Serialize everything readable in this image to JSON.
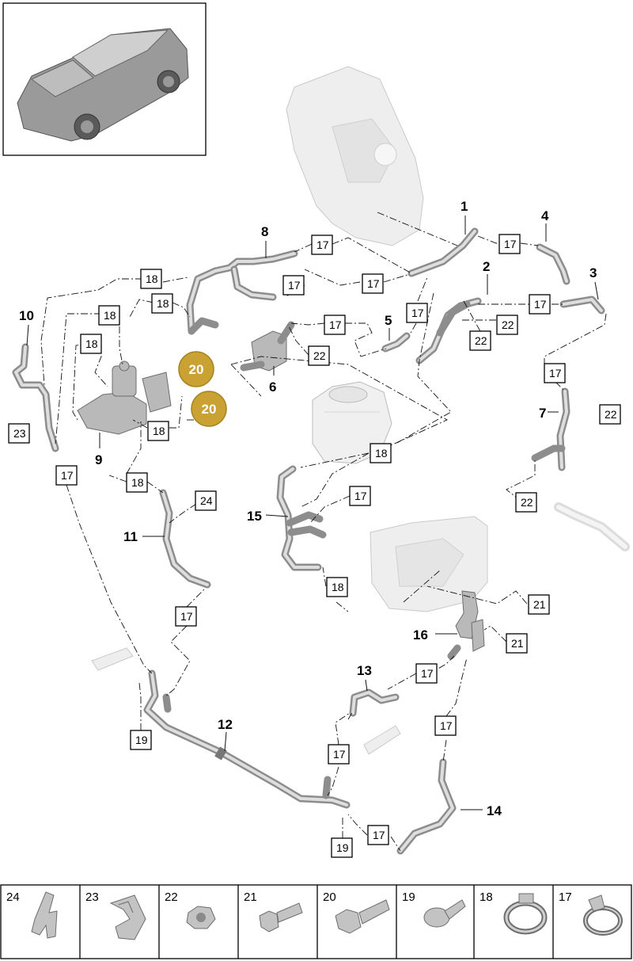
{
  "callouts": {
    "c1": "1",
    "c2": "2",
    "c3": "3",
    "c4": "4",
    "c5": "5",
    "c6": "6",
    "c7": "7",
    "c8": "8",
    "c9": "9",
    "c10": "10",
    "c11": "11",
    "c12": "12",
    "c13": "13",
    "c14": "14",
    "c15": "15",
    "c16": "16"
  },
  "boxes": {
    "b17": "17",
    "b18": "18",
    "b19": "19",
    "b21": "21",
    "b22": "22",
    "b23": "23",
    "b24": "24"
  },
  "highlighted": "20",
  "legend": [
    {
      "number": "24",
      "icon": "clip-icon"
    },
    {
      "number": "23",
      "icon": "clip-icon"
    },
    {
      "number": "22",
      "icon": "nut-icon"
    },
    {
      "number": "21",
      "icon": "bolt-icon"
    },
    {
      "number": "20",
      "icon": "bolt-icon"
    },
    {
      "number": "19",
      "icon": "rivet-icon"
    },
    {
      "number": "18",
      "icon": "hose-clamp-icon"
    },
    {
      "number": "17",
      "icon": "spring-clamp-icon"
    }
  ],
  "colors": {
    "highlight": "#c9a233",
    "parts": "#b9b9b9"
  }
}
